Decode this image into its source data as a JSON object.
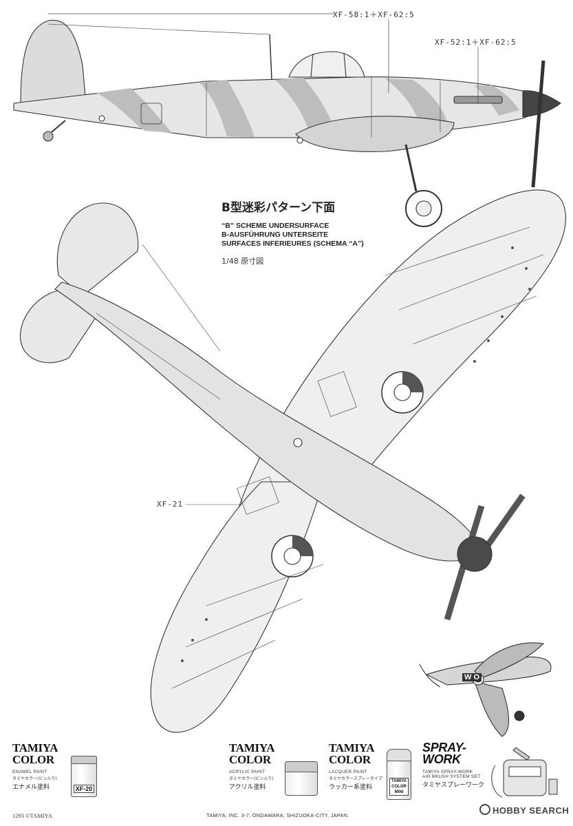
{
  "callouts": {
    "top_right_1": "XF-58:1＋XF-62:5",
    "top_right_2": "XF-52:1＋XF-62:5",
    "underside": "XF-21"
  },
  "title": {
    "japanese": "B型迷彩パターン下面",
    "english": "“B” SCHEME UNDERSURFACE",
    "german": "B-AUSFÜHRUNG UNTERSEITE",
    "french": "SURFACES INFERIEURES (SCHEMA “A”)",
    "scale": "1/48 原寸図"
  },
  "ads": [
    {
      "brand_1": "TAMIYA",
      "brand_2": "COLOR",
      "type": "ENAMEL PAINT",
      "jp_small": "タミヤカラー(ビン入り)",
      "jp_big": "エナメル塗料",
      "bottle_label": "XF-20"
    },
    {
      "brand_1": "TAMIYA",
      "brand_2": "COLOR",
      "type": "ACRYLIC PAINT",
      "jp_small": "タミヤカラー(ビン入り)",
      "jp_big": "アクリル塗料"
    },
    {
      "brand_1": "TAMIYA",
      "brand_2": "COLOR",
      "type": "LACQUER PAINT",
      "jp_small": "タミヤカラースプレータイプ",
      "jp_big": "ラッカー系塗料",
      "bottle_label": "TAMIYA COLOR MINI"
    },
    {
      "brand_1": "SPRAY-",
      "brand_2": "WORK",
      "type": "TAMIYA SPRAY-WORK",
      "type2": "AIR BRUSH SYSTEM SET",
      "jp_big": "タミヤスプレーワーク"
    }
  ],
  "footer": {
    "code": "1293 ©TAMIYA",
    "address": "TAMIYA, INC. 3-7, ONDAWARA, SHIZUOKA-CITY, JAPAN."
  },
  "watermark": "HOBBY SEARCH",
  "roundel_letters": "W O"
}
